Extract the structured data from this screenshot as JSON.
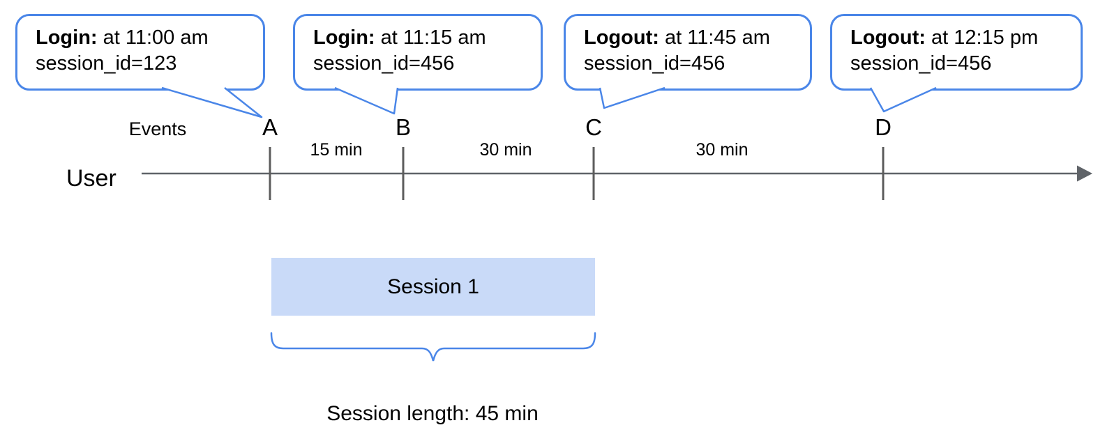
{
  "callouts": [
    {
      "title": "Login:",
      "detail": " at 11:00 am",
      "line2": "session_id=123"
    },
    {
      "title": "Login:",
      "detail": " at 11:15 am",
      "line2": "session_id=456"
    },
    {
      "title": "Logout:",
      "detail": " at 11:45 am",
      "line2": "session_id=456"
    },
    {
      "title": "Logout:",
      "detail": " at 12:15 pm",
      "line2": "session_id=456"
    }
  ],
  "timeline": {
    "axis_label": "User",
    "events_label": "Events",
    "ticks": [
      "A",
      "B",
      "C",
      "D"
    ],
    "intervals": [
      "15 min",
      "30 min",
      "30 min"
    ]
  },
  "session": {
    "box_label": "Session 1",
    "length_label": "Session length: 45 min"
  },
  "colors": {
    "accent_blue": "#4a86e8",
    "session_fill": "#c9daf8",
    "line_gray": "#5f6368"
  }
}
